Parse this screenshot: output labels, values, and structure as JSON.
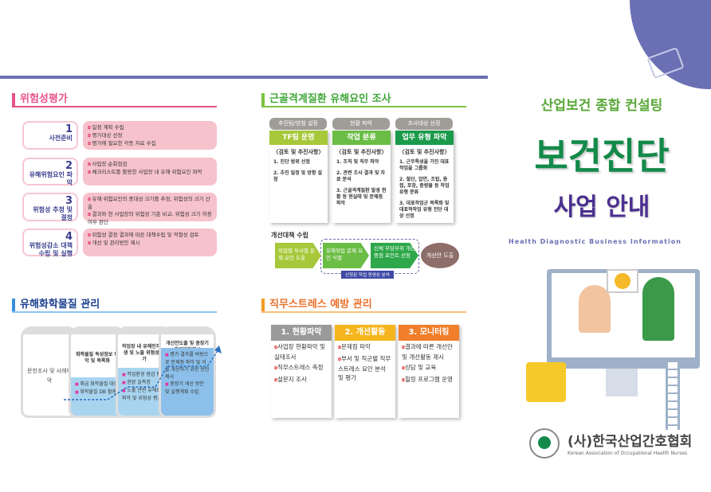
{
  "risk": {
    "title": "위험성평가",
    "steps": [
      {
        "num": "1",
        "label": "사전준비",
        "items": [
          "일정 계획 수립",
          "평가대상 선정",
          "평가에 필요한 각종 자료 수집"
        ]
      },
      {
        "num": "2",
        "label": "유해위험요인 파악",
        "items": [
          "사업장 순회점검",
          "체크리스트를 활용한 사업장 내 유해·위험요인 파악"
        ]
      },
      {
        "num": "3",
        "label": "위험성 추정 및 결정",
        "items": [
          "유해·위험요인의 중대성 크기를 추정, 위험성의 크기 산출",
          "결과와 현 사업장의 위험성 기준 비교, 위험성 크기 허용 여부 판단"
        ]
      },
      {
        "num": "4",
        "label": "위험성감소 대책 수립 및 실행",
        "items": [
          "위험성 결정 결과에 따른 대책수립 및 적절성 검토",
          "개선 및 관리방안 제시"
        ]
      }
    ]
  },
  "msd": {
    "title": "근골격계질환 유해요인 조사",
    "columns": [
      {
        "pill": "추진팀/방침 설정",
        "header": "TF팀 운영",
        "sub": "〈검토 및 추진사항〉",
        "items": [
          "1. 진단 범위 선정",
          "2. 추진 일정 및 방향 설정"
        ]
      },
      {
        "pill": "현황 파악",
        "header": "작업 분류",
        "sub": "〈검토 및 추진사항〉",
        "items": [
          "1. 조직 및 직무 파악",
          "2. 관련 조사 결과 및 자료 분석",
          "3. 근골격계질환 발생 현황 등 현실태 및 문제점 파악"
        ]
      },
      {
        "pill": "조사대상 선정",
        "header": "업무 유형 파악",
        "sub": "〈검토 및 추진사항〉",
        "items": [
          "1. 근무특성을 가진 대표 작업을 그룹화",
          "2. 절단, 압연, 조립, 용접, 포장, 중량물 등 작업유형 분류",
          "3. 대표작업군 목록화 및 대표적작업 유형 진단 대상 선정"
        ]
      }
    ],
    "improve": {
      "title": "개선대책 수립",
      "steps": [
        "작업별 부서별 문제 요인 도출",
        "유해작업 문제 요인 식별",
        "신체 부담부위 개선중점 포인트 선정"
      ],
      "result": "개선안 도출",
      "caption": "선정된 작업 동영상 분석"
    }
  },
  "chem": {
    "title": "유해화학물질 관리",
    "jars": [
      {
        "top": "문헌조사 및 사례파악",
        "items": []
      },
      {
        "top": "화학물질 독성정보 파악 및 목록화",
        "items": [
          "취급 화학물질 대상",
          "화학물질 DB 활용"
        ]
      },
      {
        "top": "작업장 내 유해인자 발생 및 노출 위험성 평가",
        "items": [
          "작업환경 점검 평가",
          "현장 실측정",
          "노출 관련 유해요인 파악 및 위험성 평가"
        ]
      },
      {
        "top": "개선안도출 및 중장기 관리방안제시",
        "items": [
          "평가 결과를 바탕으로 문제점 파악 및 이를 개선하기 위한 방안 제시",
          "중장기 개선 방안 및 실행계획 수립"
        ]
      }
    ]
  },
  "stress": {
    "title": "직무스트레스 예방 관리",
    "columns": [
      {
        "header": "1. 현황파악",
        "items": [
          "사업장 현황파악 및 실태조사",
          "직무스트레스 측정",
          "설문지 조사"
        ]
      },
      {
        "header": "2. 개선활동",
        "items": [
          "문제점 파악",
          "부서 및 직군별 직무스트레스 요인 분석 및 평가"
        ]
      },
      {
        "header": "3. 모니터링",
        "items": [
          "결과에 따른 개선안 및 개선활동 제시",
          "상담 및 교육",
          "힐링 프로그램 운영"
        ]
      }
    ]
  },
  "cover": {
    "subtitle": "산업보건 종합 컨설팅",
    "title": "보건진단",
    "title2": "사업 안내",
    "english": "Health Diagnostic Business Information",
    "org_kr": "(사)한국산업간호협회",
    "org_en": "Korean Association of Occupational Health Nurses"
  },
  "colors": {
    "pink": "#e8508a",
    "green": "#7cc242",
    "blue": "#3b8fd9",
    "orange": "#f39a1e",
    "purple": "#6b6fb3",
    "darkgreen": "#138a4a"
  }
}
